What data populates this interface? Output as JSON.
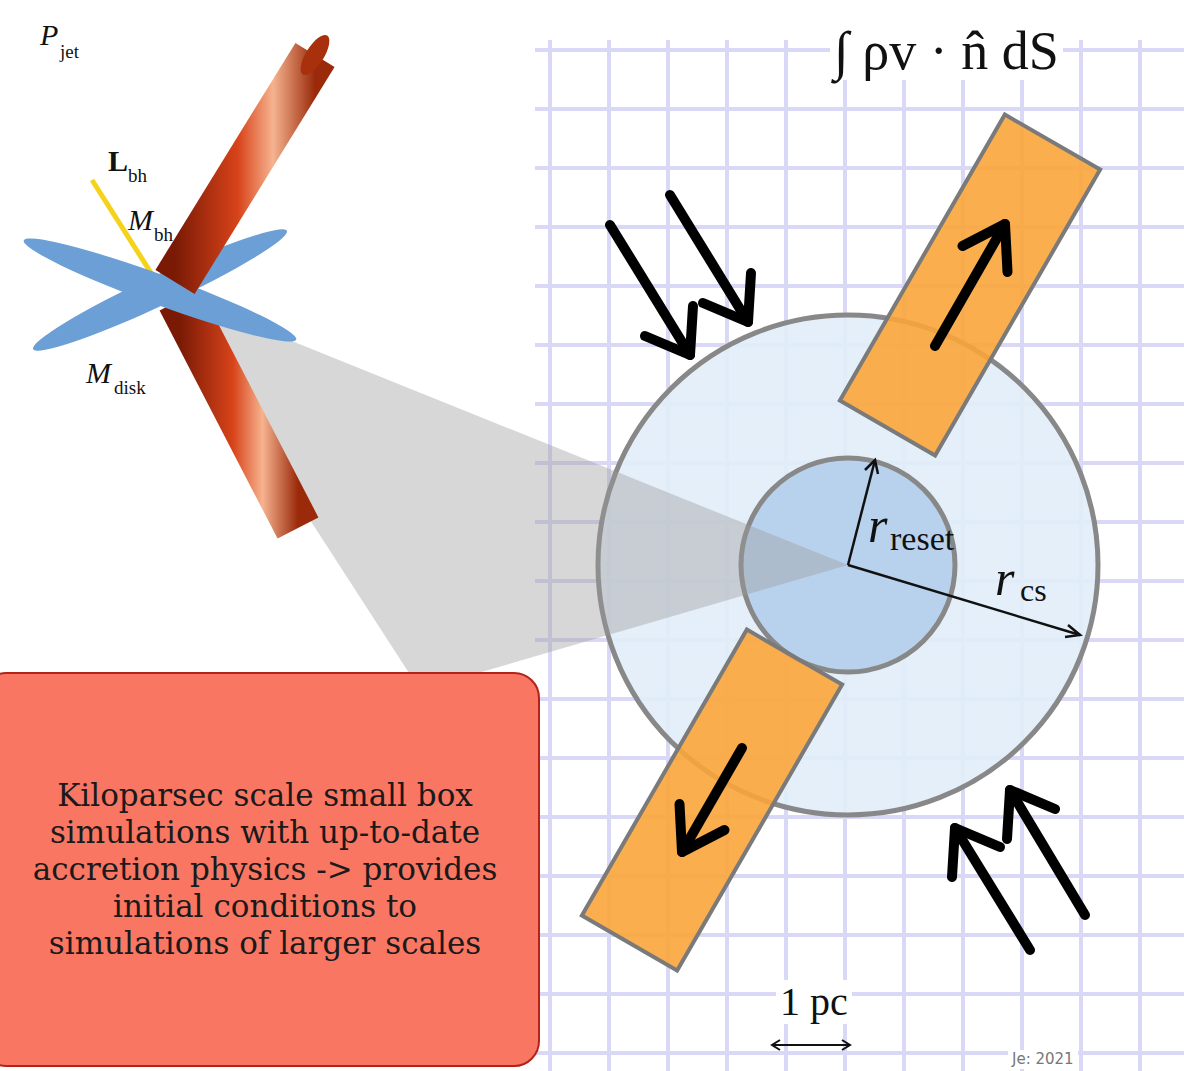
{
  "diagram": {
    "nodes": [
      {
        "text": [
          "Kiloparsec scale small box simulations with up-to-date accretion physics -> provides initial conditions to simulations of larger scales"
        ]
      }
    ],
    "labels": [
      "P",
      "jet",
      "L",
      "bh",
      "M",
      "bh",
      "M",
      "disk",
      "∫ ρv · n̂ dS",
      "r",
      "reset",
      "r",
      "cs",
      "1 pc",
      "Je: 2021"
    ]
  }
}
